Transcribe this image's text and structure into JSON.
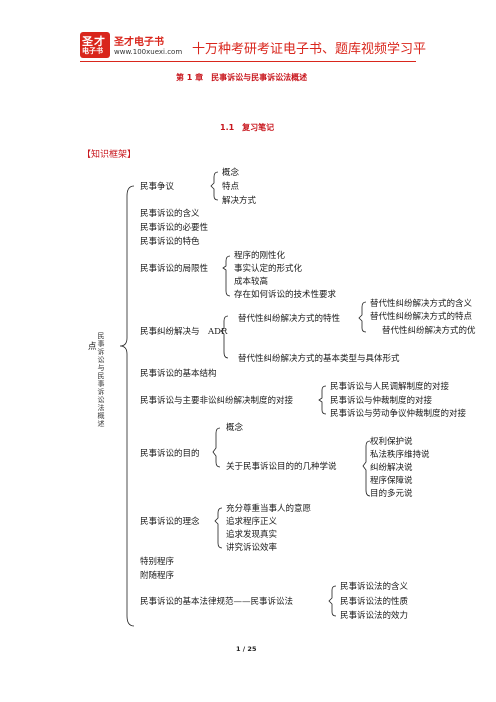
{
  "header": {
    "logo_line1": "圣才",
    "logo_line2": "电子书",
    "brand_name": "圣才电子书",
    "url": "www.100xuexi.com",
    "slogan": "十万种考研考证电子书、题库视频学习平"
  },
  "chapter_title": "第 1 章　民事诉讼与民事诉讼法概述",
  "section_title": "1.1　复习笔记",
  "knowledge_frame": "【知识框架】",
  "root_label": "民事诉讼与民事诉讼法概述",
  "root_tail": "点",
  "outline": {
    "dispute": "民事争议",
    "dispute_items": [
      "概念",
      "特点",
      "解决方式"
    ],
    "meaning": "民事诉讼的含义",
    "necessity": "民事诉讼的必要性",
    "features": "民事诉讼的特色",
    "limitations": "民事诉讼的局限性",
    "limitation_items": [
      "程序的刚性化",
      "事实认定的形式化",
      "成本较高",
      "存在如何诉讼的技术性要求"
    ],
    "adr": "民事纠纷解决与　ADR",
    "adr_feature": "替代性纠纷解决方式的特性",
    "adr_feature_items": [
      "替代性纠纷解决方式的含义",
      "替代性纠纷解决方式的特点",
      "替代性纠纷解决方式的优"
    ],
    "adr_types": "替代性纠纷解决方式的基本类型与具体形式",
    "structure": "民事诉讼的基本结构",
    "relation": "民事诉讼与主要非讼纠纷解决制度的对接",
    "relation_items": [
      "民事诉讼与人民调解制度的对接",
      "民事诉讼与仲裁制度的对接",
      "民事诉讼与劳动争议仲裁制度的对接"
    ],
    "purpose": "民事诉讼的目的",
    "purpose_concept": "概念",
    "purpose_theories": "关于民事诉讼目的的几种学说",
    "purpose_theory_items": [
      "权利保护说",
      "私法秩序维持说",
      "纠纷解决说",
      "程序保障说",
      "目的多元说"
    ],
    "ideas": "民事诉讼的理念",
    "idea_items": [
      "充分尊重当事人的意愿",
      "追求程序正义",
      "追求发现真实",
      "讲究诉讼效率"
    ],
    "special": "特别程序",
    "ancillary": "附随程序",
    "basic_law": "民事诉讼的基本法律规范——民事诉讼法",
    "law_items": [
      "民事诉讼法的含义",
      "民事诉讼法的性质",
      "民事诉讼法的效力"
    ]
  },
  "page_number": "1 / 25"
}
